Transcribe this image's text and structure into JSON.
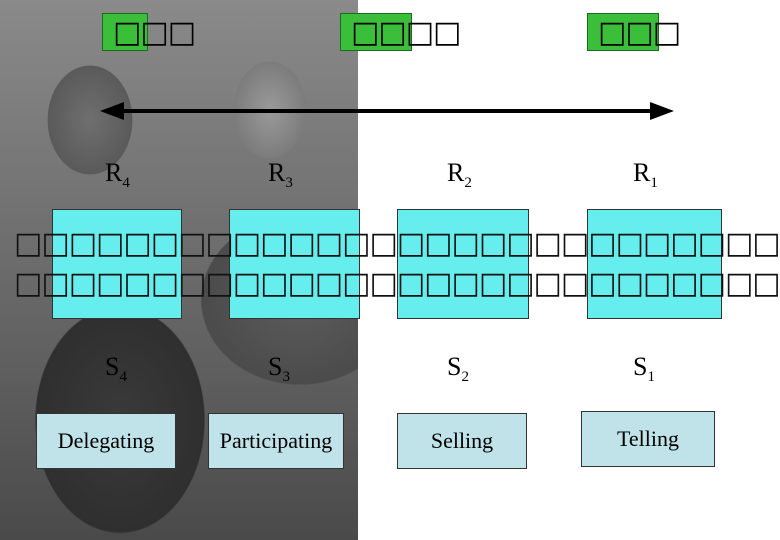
{
  "titles": [
    {
      "text": "□□□"
    },
    {
      "text": "□□□□"
    },
    {
      "text": "□□□"
    }
  ],
  "readiness": [
    {
      "letter": "R",
      "sub": "4"
    },
    {
      "letter": "R",
      "sub": "3"
    },
    {
      "letter": "R",
      "sub": "2"
    },
    {
      "letter": "R",
      "sub": "1"
    }
  ],
  "glyph_rows": [
    "□□□□□□□□□□□□□□□□□□□□□□□□□□□□",
    "□□□□□□□□□□□□□□□□□□□□□□□□□□□□"
  ],
  "styles_code": [
    {
      "letter": "S",
      "sub": "4"
    },
    {
      "letter": "S",
      "sub": "3"
    },
    {
      "letter": "S",
      "sub": "2"
    },
    {
      "letter": "S",
      "sub": "1"
    }
  ],
  "styles": [
    {
      "label": "Delegating"
    },
    {
      "label": "Participating"
    },
    {
      "label": "Selling"
    },
    {
      "label": "Telling"
    }
  ],
  "colors": {
    "title_box": "#3bbf3b",
    "cyan_box": "#66eeee",
    "style_box": "#bfe3e9"
  }
}
